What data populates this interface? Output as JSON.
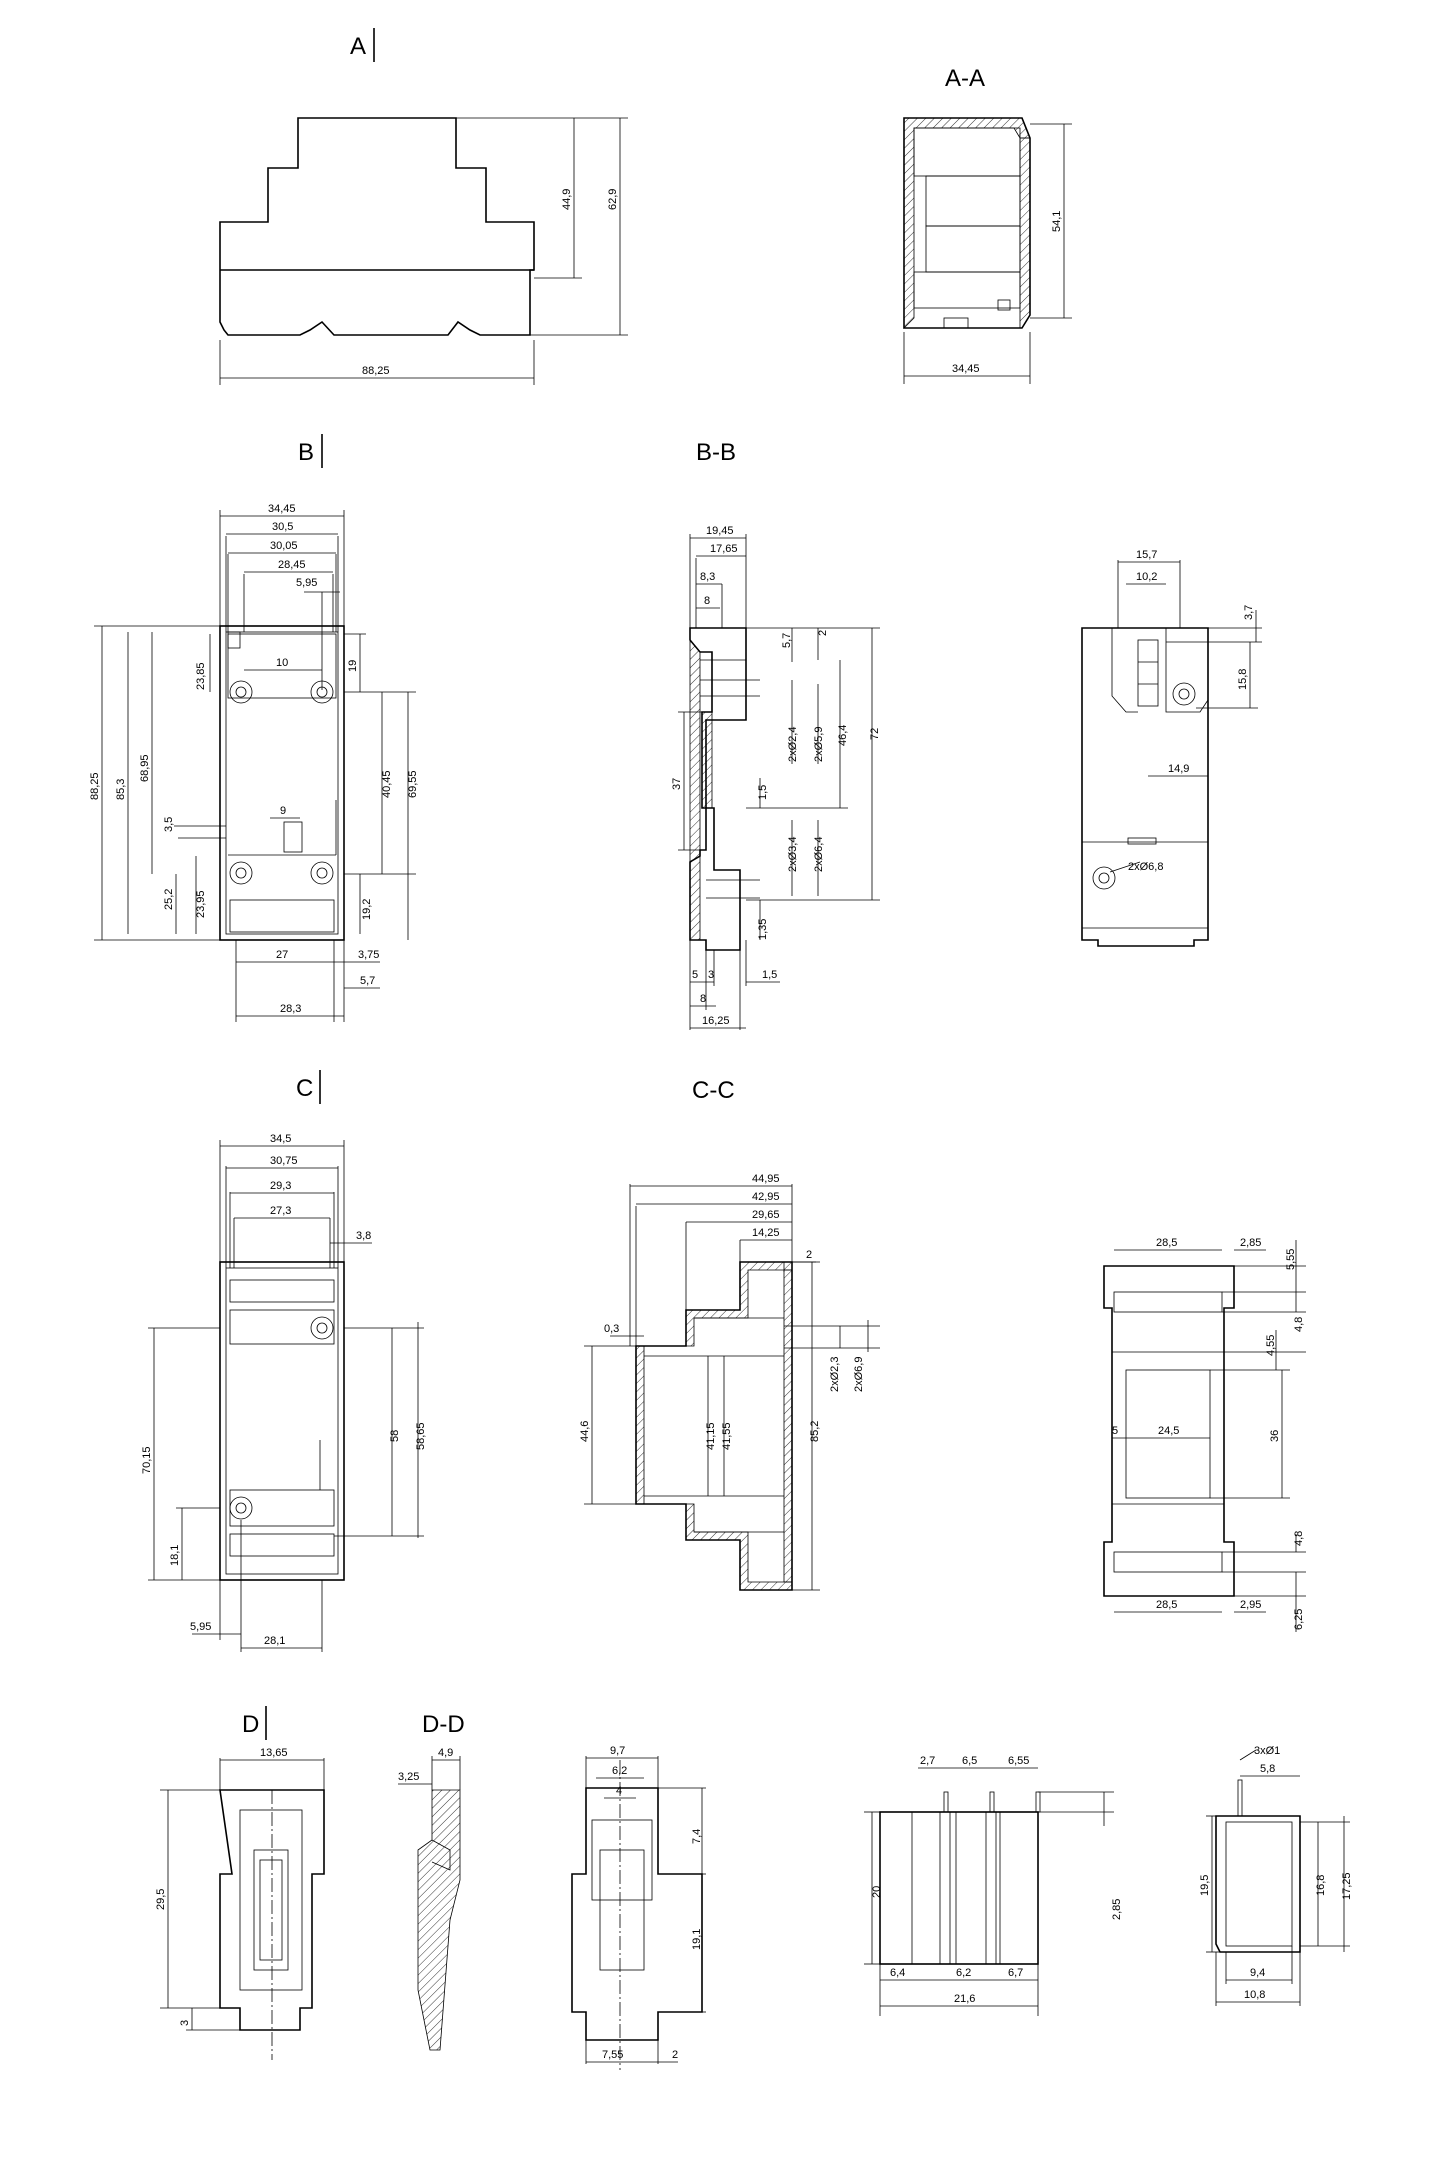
{
  "views": {
    "a": "A",
    "aa": "A-A",
    "b": "B",
    "bb": "B-B",
    "c": "C",
    "cc": "C-C",
    "d": "D",
    "dd": "D-D"
  },
  "dims": {
    "a_width": "88,25",
    "a_h1": "44,9",
    "a_h2": "62,9",
    "aa_h": "54,1",
    "aa_w": "34,45",
    "b_w1": "34,45",
    "b_w2": "30,5",
    "b_w3": "30,05",
    "b_w4": "28,45",
    "b_w5": "5,95",
    "b_h1": "23,85",
    "b_h2": "19",
    "b_10": "10",
    "b_88": "88,25",
    "b_85": "85,3",
    "b_68": "68,95",
    "b_40": "40,45",
    "b_69": "69,55",
    "b_9": "9",
    "b_35": "3,5",
    "b_25": "25,2",
    "b_23b": "23,95",
    "b_192": "19,2",
    "b_27": "27",
    "b_375": "3,75",
    "b_57": "5,7",
    "b_283": "28,3",
    "bb_1945": "19,45",
    "bb_1765": "17,65",
    "bb_83": "8,3",
    "bb_8t": "8",
    "bb_57": "5,7",
    "bb_2": "2",
    "bb_d24": "2xØ2,4",
    "bb_d59": "2xØ5,9",
    "bb_464": "46,4",
    "bb_72": "72",
    "bb_37": "37",
    "bb_15": "1,5",
    "bb_d34": "2xØ3,4",
    "bb_d64": "2xØ6,4",
    "bb_135": "1,35",
    "bb_5": "5",
    "bb_3": "3",
    "bb_15b": "1,5",
    "bb_8b": "8",
    "bb_1625": "16,25",
    "br_157": "15,7",
    "br_102": "10,2",
    "br_37": "3,7",
    "br_158": "15,8",
    "br_149": "14,9",
    "br_d68": "2xØ6,8",
    "c_345": "34,5",
    "c_3075": "30,75",
    "c_293": "29,3",
    "c_273": "27,3",
    "c_38": "3,8",
    "c_7015": "70,15",
    "c_58": "58",
    "c_5865": "58,65",
    "c_181": "18,1",
    "c_595": "5,95",
    "c_281": "28,1",
    "cc_4495": "44,95",
    "cc_4295": "42,95",
    "cc_2965": "29,65",
    "cc_1425": "14,25",
    "cc_2": "2",
    "cc_03": "0,3",
    "cc_d23": "2xØ2,3",
    "cc_d69": "2xØ6,9",
    "cc_446": "44,6",
    "cc_4115": "41,15",
    "cc_4155": "41,55",
    "cc_852": "85,2",
    "cr_285": "28,5",
    "cr_285b": "2,85",
    "cr_555": "5,55",
    "cr_48": "4,8",
    "cr_455": "4,55",
    "cr_5": "5",
    "cr_245": "24,5",
    "cr_36": "36",
    "cr_48b": "4,8",
    "cr_285c": "28,5",
    "cr_295": "2,95",
    "cr_625": "6,25",
    "d_1365": "13,65",
    "d_295": "29,5",
    "d_3": "3",
    "dd_49": "4,9",
    "dd_325": "3,25",
    "d3_97": "9,7",
    "d3_62": "6,2",
    "d3_4": "4",
    "d3_74": "7,4",
    "d3_191": "19,1",
    "d3_755": "7,55",
    "d3_2": "2",
    "d4_27": "2,7",
    "d4_65": "6,5",
    "d4_655": "6,55",
    "d4_285": "2,85",
    "d4_20": "20",
    "d4_64": "6,4",
    "d4_62": "6,2",
    "d4_67": "6,7",
    "d4_216": "21,6",
    "d5_3x": "3xØ1",
    "d5_58": "5,8",
    "d5_195": "19,5",
    "d5_168": "16,8",
    "d5_1725": "17,25",
    "d5_94": "9,4",
    "d5_108": "10,8"
  }
}
